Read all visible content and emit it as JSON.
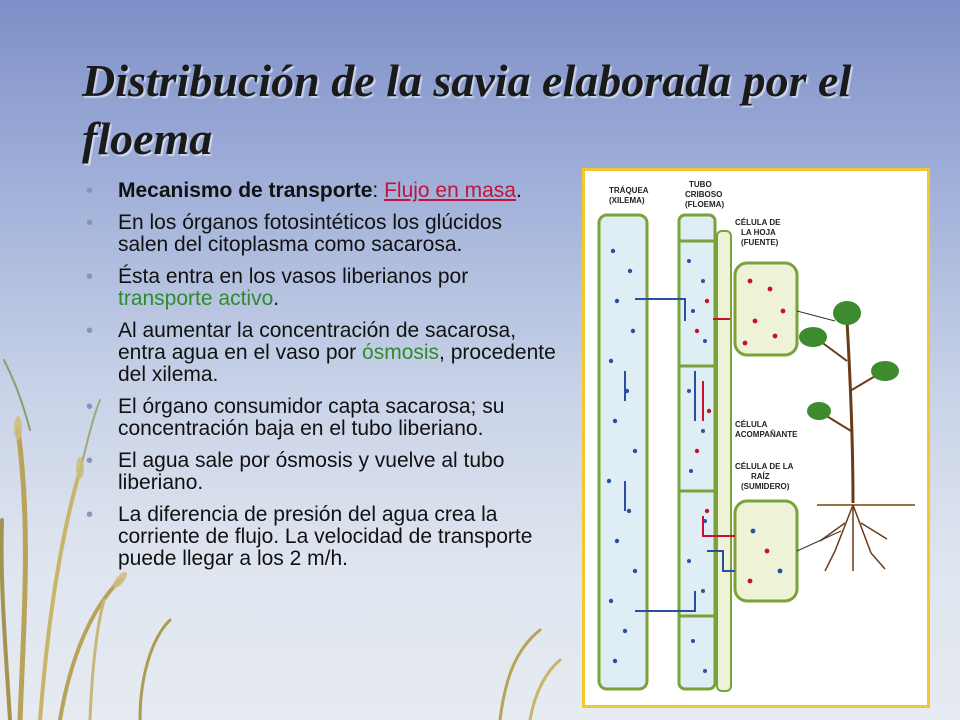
{
  "title": "Distribución de la savia elaborada por el floema",
  "bullets": [
    {
      "bold": "Mecanismo de transporte",
      "sep": ": ",
      "link": "Flujo en masa",
      "end": "."
    },
    {
      "text": "En los órganos fotosintéticos los glúcidos salen del citoplasma como sacarosa."
    },
    {
      "pre": "Ésta entra en los vasos liberianos por ",
      "green": "transporte activo",
      "end": "."
    },
    {
      "pre": "Al aumentar la concentración de sacarosa, entra agua en el vaso por ",
      "green": "ósmosis",
      "end": ", procedente del xilema."
    },
    {
      "text": "El órgano consumidor capta sacarosa; su concentración baja en el tubo liberiano."
    },
    {
      "text": "El agua sale por ósmosis y vuelve al tubo liberiano."
    },
    {
      "text": "La diferencia de presión del agua crea la corriente de flujo. La velocidad de transporte puede llegar a los 2 m/h."
    }
  ],
  "figure": {
    "traquea_1": "TRÁQUEA",
    "traquea_2": "(XILEMA)",
    "tubo_1": "TUBO",
    "tubo_2": "CRIBOSO",
    "tubo_3": "(FLOEMA)",
    "hoja_1": "CÉLULA DE",
    "hoja_2": "LA HOJA",
    "hoja_3": "(FUENTE)",
    "acomp_1": "CÉLULA",
    "acomp_2": "ACOMPAÑANTE",
    "raiz_1": "CÉLULA DE LA",
    "raiz_2": "RAÍZ",
    "raiz_3": "(SUMIDERO)"
  },
  "colors": {
    "link": "#c0143c",
    "green": "#2e8b2e",
    "frame": "#f1c830"
  }
}
